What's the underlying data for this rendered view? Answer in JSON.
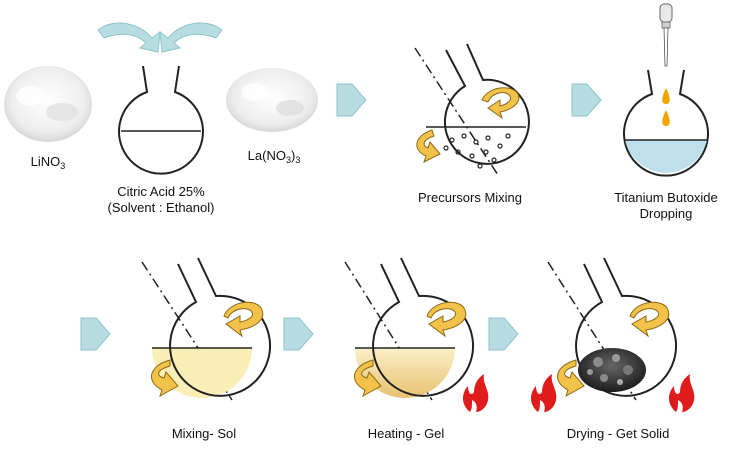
{
  "colors": {
    "arrow": "#b7dde3",
    "arrow_edge": "#8fc4cd",
    "swirl": "#f2c24b",
    "swirl_edge": "#8a6a14",
    "sol": "#f9efb7",
    "gel_top": "#fbf0c8",
    "gel_bottom": "#e8c270",
    "water": "#bfe0ea",
    "drop": "#f0a500",
    "flame": "#e01b1b",
    "flask_stroke": "#222222"
  },
  "materials": {
    "lino3": {
      "base": "LiNO",
      "sub": "3"
    },
    "la_no3_3": {
      "base": "La(NO",
      "sub1": "3",
      "mid": ")",
      "sub2": "3"
    }
  },
  "steps": [
    {
      "label_line1": "Citric Acid 25%",
      "label_line2": "(Solvent : Ethanol)"
    },
    {
      "label_line1": "Precursors Mixing"
    },
    {
      "label_line1": "Titanium Butoxide",
      "label_line2": "Dropping"
    },
    {
      "label_line1": "Mixing- Sol"
    },
    {
      "label_line1": "Heating - Gel"
    },
    {
      "label_line1": "Drying - Get Solid"
    }
  ],
  "icons": {
    "flow_arrow": "chevron-arrow-icon",
    "stir": "rotation-arrow-icon",
    "heat": "flame-icon",
    "dropper": "pipette-icon",
    "pour": "curved-arrow-icon"
  }
}
